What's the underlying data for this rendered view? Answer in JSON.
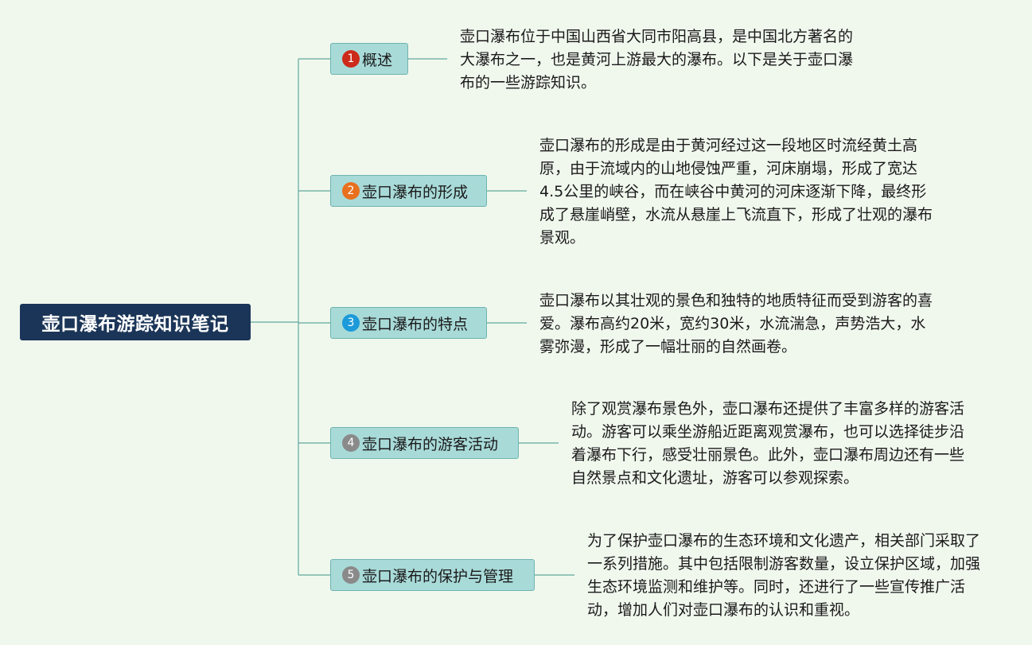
{
  "root": {
    "title": "壶口瀑布游踪知识笔记"
  },
  "topics": [
    {
      "number": "1",
      "label": "概述",
      "badge_color": "#cc2a1a",
      "description": "壶口瀑布位于中国山西省大同市阳高县，是中国北方著名的大瀑布之一，也是黄河上游最大的瀑布。以下是关于壶口瀑布的一些游踪知识。"
    },
    {
      "number": "2",
      "label": "壶口瀑布的形成",
      "badge_color": "#e8701e",
      "description": "壶口瀑布的形成是由于黄河经过这一段地区时流经黄土高原，由于流域内的山地侵蚀严重，河床崩塌，形成了宽达4.5公里的峡谷，而在峡谷中黄河的河床逐渐下降，最终形成了悬崖峭壁，水流从悬崖上飞流直下，形成了壮观的瀑布景观。"
    },
    {
      "number": "3",
      "label": "壶口瀑布的特点",
      "badge_color": "#1c9ad9",
      "description": "壶口瀑布以其壮观的景色和独特的地质特征而受到游客的喜爱。瀑布高约20米，宽约30米，水流湍急，声势浩大，水雾弥漫，形成了一幅壮丽的自然画卷。"
    },
    {
      "number": "4",
      "label": "壶口瀑布的游客活动",
      "badge_color": "#8a8a8a",
      "description": "除了观赏瀑布景色外，壶口瀑布还提供了丰富多样的游客活动。游客可以乘坐游船近距离观赏瀑布，也可以选择徒步沿着瀑布下行，感受壮丽景色。此外，壶口瀑布周边还有一些自然景点和文化遗址，游客可以参观探索。"
    },
    {
      "number": "5",
      "label": "壶口瀑布的保护与管理",
      "badge_color": "#8a8a8a",
      "description": "为了保护壶口瀑布的生态环境和文化遗产，相关部门采取了一系列措施。其中包括限制游客数量，设立保护区域，加强生态环境监测和维护等。同时，还进行了一些宣传推广活动，增加人们对壶口瀑布的认识和重视。"
    }
  ],
  "colors": {
    "line": "#5fa89c",
    "root_bg": "#1b3558",
    "topic_bg": "#a8dad8"
  }
}
